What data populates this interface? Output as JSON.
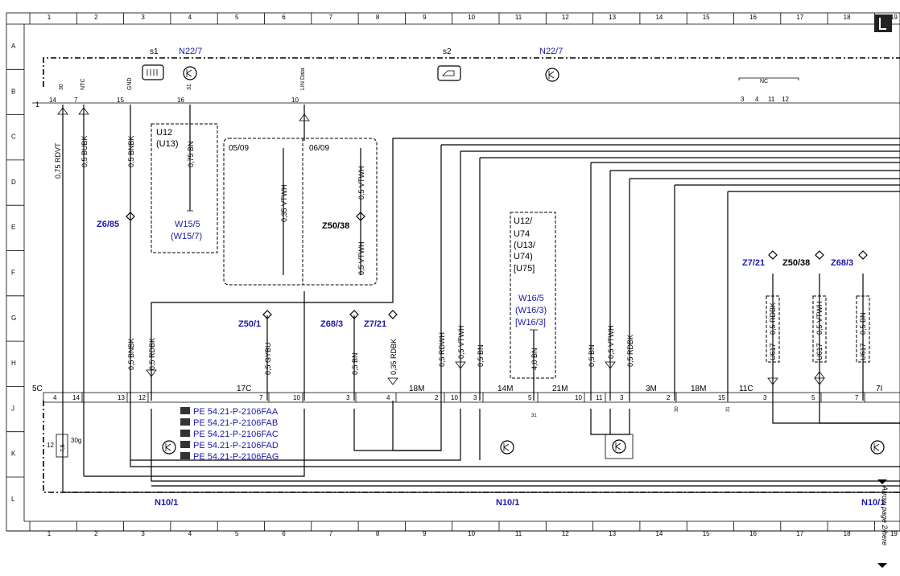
{
  "grid": {
    "columns": [
      "1",
      "2",
      "3",
      "4",
      "5",
      "6",
      "7",
      "8",
      "9",
      "10",
      "11",
      "12",
      "13",
      "14",
      "15",
      "16",
      "17",
      "18",
      "19"
    ],
    "rows": [
      "A",
      "B",
      "C",
      "D",
      "E",
      "F",
      "G",
      "H",
      "J",
      "K",
      "L"
    ]
  },
  "components": {
    "s1": "s1",
    "s2": "s2",
    "n22_7_a": "N22/7",
    "n22_7_b": "N22/7",
    "n10_1_a": "N10/1",
    "n10_1_b": "N10/1",
    "n10_1_c": "N10/1"
  },
  "top_connector": {
    "pin_names": [
      "30",
      "NTC",
      "GND",
      "31",
      "LIN Data"
    ],
    "pins": [
      "14",
      "7",
      "15",
      "16",
      "10"
    ],
    "left_num": "1",
    "nc_label": "NC",
    "nc_pins": [
      "3",
      "4",
      "11",
      "12"
    ]
  },
  "wires": {
    "w1": "0,75 RDVT",
    "w2": "0,5 BUBK",
    "w3": "0,5 BNBK",
    "w4": "0,75 BN",
    "w5": "0,35 VTWH",
    "w6": "0,5 VTWH",
    "w7": "0,5 VTWH",
    "w8": "0,5 BNBK",
    "w9": "0,5 RDBK",
    "w10": "0,5 GYBU",
    "w11": "0,5 BN",
    "w12": "0,35 RDBK",
    "w13": "0,5 RDWH",
    "w14": "0,5 VTWH",
    "w15": "0,5 BN",
    "w16": "4,0 BN",
    "w17": "0,5 BN",
    "w18": "0,5 VTWH",
    "w19": "0,5 RDBK",
    "w20": "0,5 RDBK",
    "w21": "0,5 VTWH",
    "w22": "0,5 BN"
  },
  "variant_box_1": [
    "U12",
    "(U13)"
  ],
  "variant_box_2": [
    "U12/",
    "U74",
    "(U13/",
    "U74)",
    "[U75]"
  ],
  "variant_box_3": [
    "U617",
    "U617",
    "U617"
  ],
  "codes": [
    "05/09",
    "06/09"
  ],
  "splices": {
    "z6_85": "Z6/85",
    "z50_38_a": "Z50/38",
    "z50_1": "Z50/1",
    "z68_3_a": "Z68/3",
    "z7_21_a": "Z7/21",
    "z7_21_b": "Z7/21",
    "z50_38_b": "Z50/38",
    "z68_3_b": "Z68/3"
  },
  "grounds": {
    "w15_5": "W15/5",
    "w15_7": "(W15/7)",
    "w16_5": "W16/5",
    "w16_3a": "(W16/3)",
    "w16_3b": "[W16/3]"
  },
  "bottom_connectors": {
    "c5c": "5C",
    "c17c": "17C",
    "c18m_a": "18M",
    "c14m": "14M",
    "c21m": "21M",
    "c3m": "3M",
    "c18m_b": "18M",
    "c11c": "11C",
    "c7i": "7I",
    "pins": [
      "4",
      "14",
      "13",
      "12",
      "7",
      "10",
      "3",
      "4",
      "2",
      "10",
      "3",
      "5",
      "10",
      "11",
      "3",
      "2",
      "15",
      "3",
      "5",
      "7"
    ],
    "sub31_a": "31",
    "sub31_b": "31",
    "sub30": "30"
  },
  "fuse": {
    "num": "12",
    "rating": "7,5",
    "terminal": "30g"
  },
  "references": [
    "PE 54.21-P-2106FAA",
    "PE 54.21-P-2106FAB",
    "PE 54.21-P-2106FAC",
    "PE 54.21-P-2106FAD",
    "PE 54.21-P-2106FAG"
  ],
  "arrow_label": "Arrow page 2/here"
}
